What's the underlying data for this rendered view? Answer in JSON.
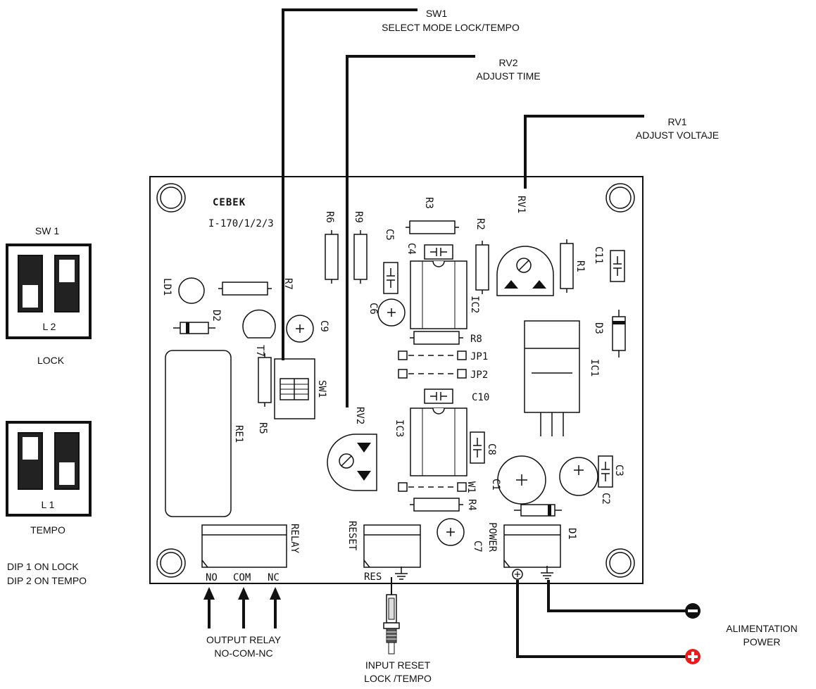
{
  "callouts": {
    "sw1_title": "SW1",
    "sw1_desc": "SELECT MODE  LOCK/TEMPO",
    "rv2_title": "RV2",
    "rv2_desc": "ADJUST TIME",
    "rv1_title": "RV1",
    "rv1_desc": "ADJUST VOLTAJE",
    "output_line1": "OUTPUT RELAY",
    "output_line2": "NO-COM-NC",
    "input_line1": "INPUT RESET",
    "input_line2": "LOCK /TEMPO",
    "alim_line1": "ALIMENTATION",
    "alim_line2": "POWER"
  },
  "dip_panels": {
    "top_title": "SW 1",
    "top_label": "L 2",
    "top_mode": "LOCK",
    "bottom_label": "L 1",
    "bottom_mode": "TEMPO",
    "note_line1": "DIP 1 ON LOCK",
    "note_line2": "DIP 2 ON TEMPO"
  },
  "board": {
    "logo": "CEBEK",
    "model": "I-170/1/2/3",
    "components": [
      "R6",
      "R9",
      "R3",
      "R2",
      "RV1",
      "C5",
      "C4",
      "C11",
      "R1",
      "LD1",
      "R7",
      "D2",
      "T7",
      "C9",
      "C6",
      "IC2",
      "D3",
      "R8",
      "JP1",
      "JP2",
      "IC1",
      "SW1",
      "R5",
      "RE1",
      "RV2",
      "C10",
      "IC3",
      "C8",
      "C1",
      "C2",
      "C3",
      "W1",
      "R4",
      "D1",
      "C7"
    ],
    "terminals": {
      "relay": "RELAY",
      "reset": "RESET",
      "power": "POWER",
      "no": "NO",
      "com": "COM",
      "nc": "NC",
      "res": "RES"
    }
  },
  "icons": [
    "minus-icon",
    "plus-icon",
    "ground-icon",
    "mounting-hole-icon",
    "potentiometer-icon",
    "push-button-icon",
    "arrow-up-icon"
  ],
  "colors": {
    "positive": "#e02020",
    "negative": "#111111",
    "line": "#111111"
  }
}
